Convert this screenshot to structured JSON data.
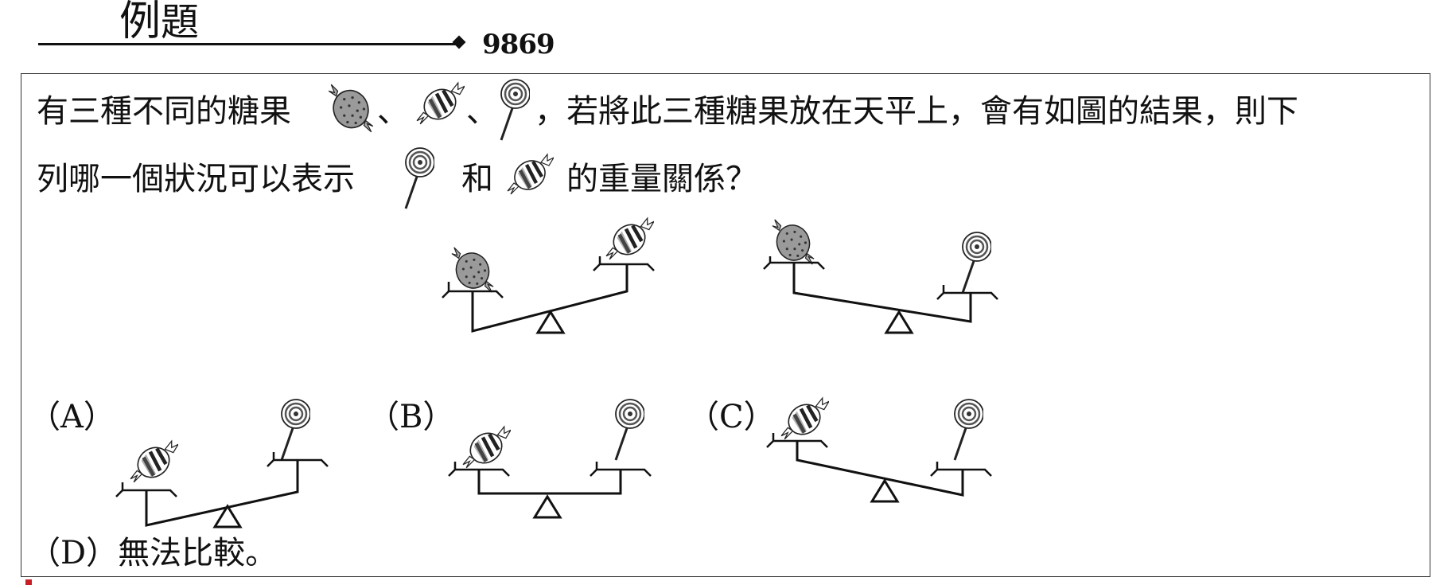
{
  "header": {
    "title_1": "例",
    "title_2": "題",
    "number": "9869"
  },
  "question": {
    "part1": "有三種不同的糖果",
    "sep1": "、",
    "sep2": "、",
    "part2": "，若將此三種糖果放在天平上，會有如圖的結果，則下",
    "part3": "列哪一個狀況可以表示",
    "part4": "和",
    "part5": "的重量關係？"
  },
  "options": {
    "a": "（A）",
    "b": "（B）",
    "c": "（C）",
    "d": "（D）無法比較。"
  },
  "icons": {
    "round_candy": "round-dotted-candy-icon",
    "striped_candy": "striped-wrapped-candy-icon",
    "lollipop": "spiral-lollipop-icon",
    "balance": "seesaw-balance-icon"
  },
  "colors": {
    "ink": "#111111",
    "candy_gray": "#9a9a9a",
    "accent": "#c81e28"
  }
}
